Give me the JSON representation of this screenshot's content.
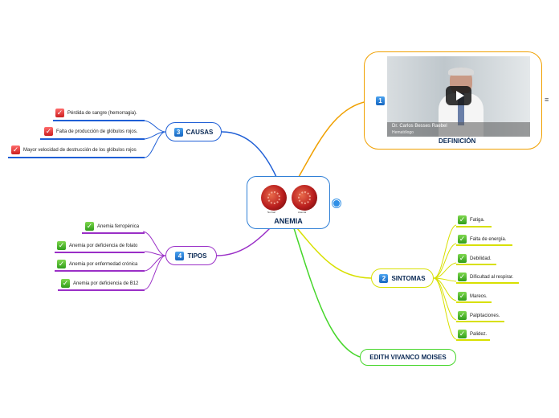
{
  "center": {
    "title": "ANEMIA",
    "image_captions": [
      "Normal",
      "Anemia"
    ]
  },
  "definition": {
    "number": "1",
    "label": "DEFINICIÓN",
    "video_caption_name": "Dr. Carlos Besses Raebel",
    "video_caption_role": "Hematólogo"
  },
  "sintomas": {
    "number": "2",
    "label": "SINTOMAS",
    "items": [
      "Fatiga.",
      "Falta de energía.",
      "Debilidad.",
      "Dificultad al respirar.",
      "Mareos.",
      "Palpitaciones.",
      "Palidez."
    ]
  },
  "causas": {
    "number": "3",
    "label": "CAUSAS",
    "items": [
      "Pérdida de sangre (hemorragia).",
      "Falta de producción de glóbulos rojos.",
      "Mayor velocidad de destrucción de los glóbulos rojos"
    ]
  },
  "tipos": {
    "number": "4",
    "label": "TIPOS",
    "items": [
      "Anemia ferropénica",
      "Anemia por deficiencia de folato",
      "Anemia por enfermedad crónica",
      "Anemia por deficiencia de B12"
    ]
  },
  "author": {
    "label": "EDITH VIVANCO MOISES"
  },
  "colors": {
    "definition": "#f0a000",
    "sintomas": "#d8e000",
    "causas": "#1f5fd6",
    "tipos": "#9a2fc7",
    "author": "#46d62a",
    "center_border": "#2f7fd6"
  },
  "icons": {
    "check": "check-icon",
    "menu": "menu-icon",
    "globe": "globe-icon",
    "play": "play-icon"
  }
}
